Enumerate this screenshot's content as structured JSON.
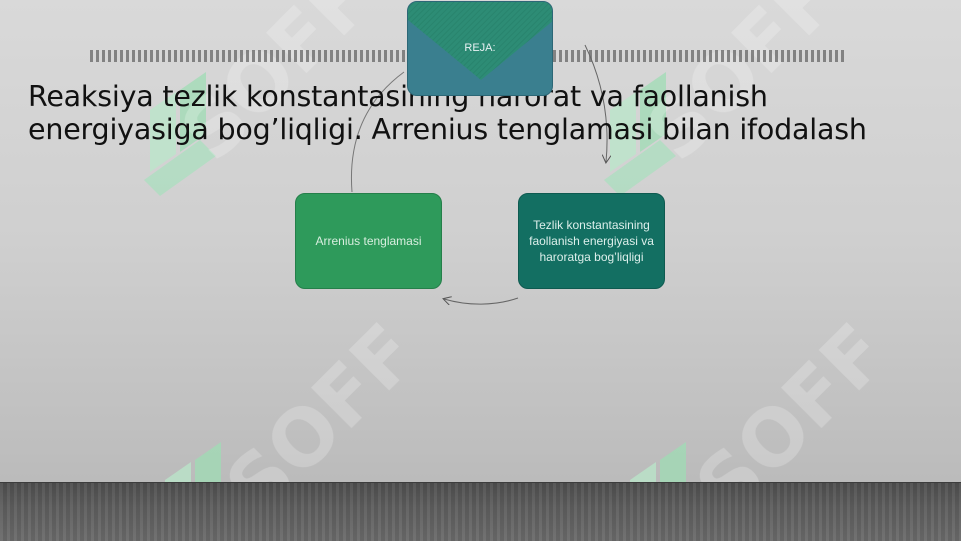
{
  "slide": {
    "title": "Reaksiya tezlik konstantasining harorat va faollanish energiyasiga bog’liqligi. Arrenius tenglamasi bilan ifodalash"
  },
  "diagram": {
    "type": "cycle",
    "nodes": [
      {
        "id": "reja",
        "label": "REJA:",
        "color": "#3a7f8f"
      },
      {
        "id": "tezlik",
        "label": "Tezlik konstantasining faollanish energiyasi va haroratga bog’liqligi",
        "color": "#136f62"
      },
      {
        "id": "arrenius",
        "label": "Arrenius tenglamasi",
        "color": "#2e9a5b"
      }
    ],
    "edges": [
      {
        "from": "reja",
        "to": "tezlik"
      },
      {
        "from": "tezlik",
        "to": "arrenius"
      },
      {
        "from": "arrenius",
        "to": "reja"
      }
    ]
  },
  "watermark": {
    "text": "SOFF",
    "logo_color": "#b9e7c9"
  },
  "colors": {
    "background_top": "#d9d9d9",
    "floor": "#5a5a5a",
    "title_text": "#111111"
  }
}
